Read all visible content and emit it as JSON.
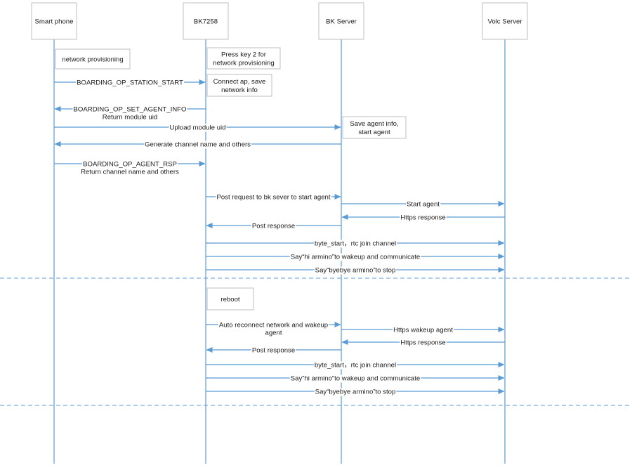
{
  "colors": {
    "line": "#5b9bd5",
    "box_border": "#bfbfbf",
    "text": "#1a1a1a"
  },
  "participants": [
    {
      "id": "phone",
      "label": "Smart phone"
    },
    {
      "id": "bk7258",
      "label": "BK7258"
    },
    {
      "id": "bkserver",
      "label": "BK Server"
    },
    {
      "id": "volc",
      "label": "Volc Server"
    }
  ],
  "notes": [
    {
      "on": "phone",
      "lines": [
        "network provisioning"
      ]
    },
    {
      "on": "bk7258",
      "lines": [
        "Press key 2 for",
        "network provisioning"
      ]
    },
    {
      "on": "bk7258",
      "lines": [
        "Connect ap, save",
        "network info"
      ]
    },
    {
      "on": "bkserver",
      "lines": [
        "Save agent info,",
        "start agent"
      ]
    },
    {
      "on": "bk7258",
      "lines": [
        "reboot"
      ]
    }
  ],
  "messages": [
    {
      "from": "phone",
      "to": "bk7258",
      "lines": [
        "BOARDING_OP_STATION_START"
      ]
    },
    {
      "from": "bk7258",
      "to": "phone",
      "lines": [
        "BOARDING_OP_SET_AGENT_INFO",
        "Return module uid"
      ]
    },
    {
      "from": "phone",
      "to": "bkserver",
      "lines": [
        "Upload module uid"
      ]
    },
    {
      "from": "bkserver",
      "to": "phone",
      "lines": [
        "Generate channel name and others"
      ]
    },
    {
      "from": "phone",
      "to": "bk7258",
      "lines": [
        "BOARDING_OP_AGENT_RSP",
        "Return channel name and others"
      ]
    },
    {
      "from": "bk7258",
      "to": "bkserver",
      "lines": [
        "Post request to bk sever to start agent"
      ]
    },
    {
      "from": "bkserver",
      "to": "volc",
      "lines": [
        "Start agent"
      ]
    },
    {
      "from": "volc",
      "to": "bkserver",
      "lines": [
        "Https response"
      ]
    },
    {
      "from": "bkserver",
      "to": "bk7258",
      "lines": [
        "Post response"
      ]
    },
    {
      "from": "bk7258",
      "to": "volc",
      "lines": [
        "byte_start，rtc join channel"
      ]
    },
    {
      "from": "bk7258",
      "to": "volc",
      "lines": [
        "Say“hi armino”to wakeup and communicate"
      ]
    },
    {
      "from": "bk7258",
      "to": "volc",
      "lines": [
        "Say“byebye armino”to stop"
      ]
    },
    {
      "from": "bk7258",
      "to": "bkserver",
      "lines": [
        "Auto reconnect network and wakeup",
        "agent"
      ]
    },
    {
      "from": "bkserver",
      "to": "volc",
      "lines": [
        "Https wakeup agent"
      ]
    },
    {
      "from": "volc",
      "to": "bkserver",
      "lines": [
        "Https response"
      ]
    },
    {
      "from": "bkserver",
      "to": "bk7258",
      "lines": [
        "Post response"
      ]
    },
    {
      "from": "bk7258",
      "to": "volc",
      "lines": [
        "byte_start，rtc join channel"
      ]
    },
    {
      "from": "bk7258",
      "to": "volc",
      "lines": [
        "Say“hi armino”to wakeup and communicate"
      ]
    },
    {
      "from": "bk7258",
      "to": "volc",
      "lines": [
        "Say“byebye armino”to stop"
      ]
    }
  ],
  "separators": 2
}
